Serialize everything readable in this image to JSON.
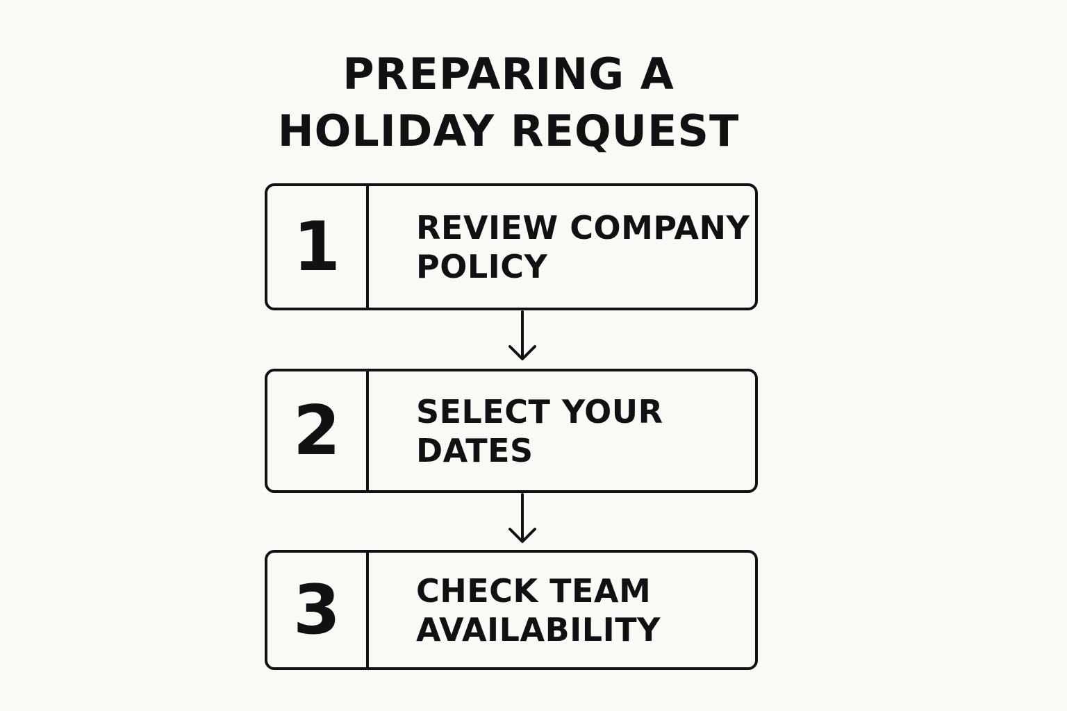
{
  "title": {
    "line1": "PREPARING A",
    "line2": "HOLIDAY REQUEST"
  },
  "steps": [
    {
      "number": "1",
      "line1": "REVIEW COMPANY",
      "line2": "POLICY"
    },
    {
      "number": "2",
      "line1": "SELECT YOUR",
      "line2": "DATES"
    },
    {
      "number": "3",
      "line1": "CHECK TEAM",
      "line2": "AVAILABILITY"
    }
  ],
  "colors": {
    "background": "#faf9f6",
    "ink": "#111111"
  },
  "icons": {
    "connector": "arrow-down-icon"
  }
}
